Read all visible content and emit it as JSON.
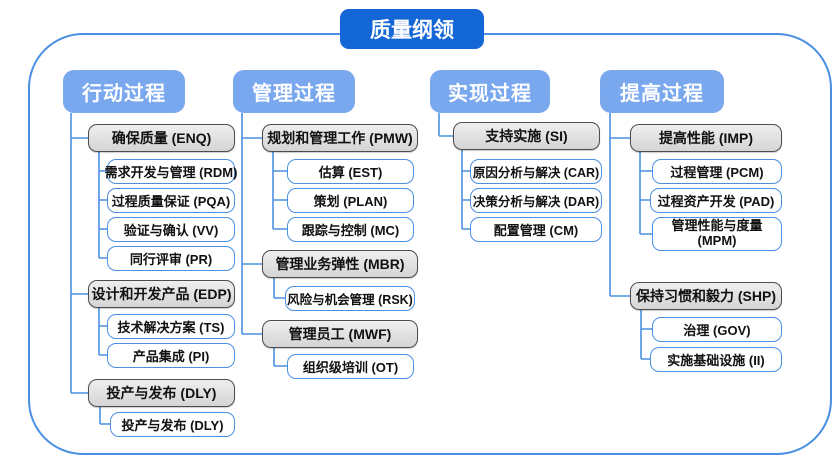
{
  "title": "质量纲领",
  "colors": {
    "root_bg": "#1366d6",
    "header_bg": "#7aa8ef",
    "branch_fill": "#d9d9d9",
    "branch_border": "#4d4d4d",
    "leaf_border": "#4a90e2",
    "connector": "#4a90e2",
    "frame_border": "#4a90e2"
  },
  "columns": [
    {
      "header": "行动过程",
      "sections": [
        {
          "title": "确保质量 (ENQ)",
          "children": [
            "需求开发与管理 (RDM)",
            "过程质量保证 (PQA)",
            "验证与确认 (VV)",
            "同行评审 (PR)"
          ]
        },
        {
          "title": "设计和开发产品 (EDP)",
          "children": [
            "技术解决方案 (TS)",
            "产品集成 (PI)"
          ]
        },
        {
          "title": "投产与发布 (DLY)",
          "children": [
            "投产与发布 (DLY)"
          ]
        }
      ]
    },
    {
      "header": "管理过程",
      "sections": [
        {
          "title": "规划和管理工作 (PMW)",
          "children": [
            "估算 (EST)",
            "策划 (PLAN)",
            "跟踪与控制 (MC)"
          ]
        },
        {
          "title": "管理业务弹性 (MBR)",
          "children": [
            "风险与机会管理 (RSK)"
          ]
        },
        {
          "title": "管理员工 (MWF)",
          "children": [
            "组织级培训 (OT)"
          ]
        }
      ]
    },
    {
      "header": "实现过程",
      "sections": [
        {
          "title": "支持实施 (SI)",
          "children": [
            "原因分析与解决 (CAR)",
            "决策分析与解决 (DAR)",
            "配置管理 (CM)"
          ]
        }
      ]
    },
    {
      "header": "提高过程",
      "sections": [
        {
          "title": "提高性能 (IMP)",
          "children": [
            "过程管理 (PCM)",
            "过程资产开发 (PAD)",
            "管理性能与度量 (MPM)"
          ]
        },
        {
          "title": "保持习惯和毅力 (SHP)",
          "children": [
            "治理 (GOV)",
            "实施基础设施 (II)"
          ]
        }
      ]
    }
  ]
}
